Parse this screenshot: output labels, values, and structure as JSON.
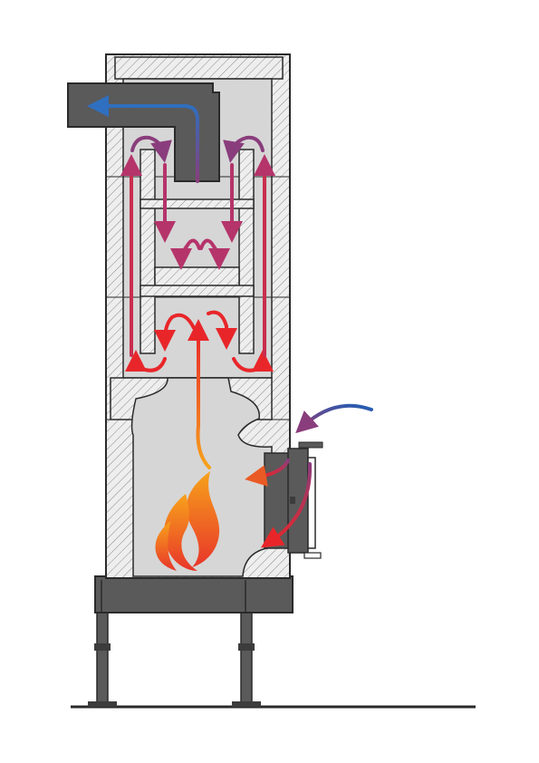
{
  "diagram": {
    "subject": "stove-cross-section",
    "colors": {
      "steel": "#5a5a5a",
      "steel_dark": "#3c3c3c",
      "outline": "#2a2a2a",
      "masonry": "#eeeeee",
      "hatch": "#8a8a8a",
      "chamber": "#d6d6d6",
      "hot": "#e8262a",
      "warm": "#b5346a",
      "cool": "#8a3d7c",
      "exhaust": "#2f6fbf",
      "fire_top": "#f7a21b",
      "fire_bottom": "#e8352a",
      "air_in_start": "#1f5fb5",
      "air_in_end": "#8a3d7c"
    },
    "flow_arrows": [
      "exhaust-flue",
      "hot-riser-left",
      "hot-riser-right",
      "down-draft-left",
      "down-draft-right",
      "combustion-riser",
      "combustion-air-inlet",
      "door-air-upper",
      "door-air-lower"
    ]
  }
}
